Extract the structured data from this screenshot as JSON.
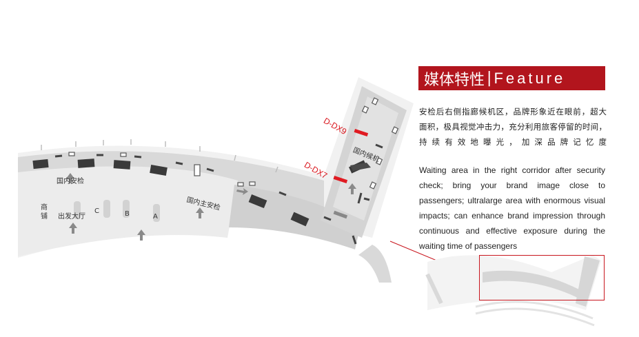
{
  "header": {
    "title_cn": "媒体特性",
    "separator": "|",
    "title_en": "Feature"
  },
  "description_cn_lines": [
    "安检后右侧指廊候机区，品牌形象近在眼前，超大",
    "面积，极具视觉冲击力，充分利用旅客停留的时间，",
    "持续有效地曝光，加深品牌记忆度"
  ],
  "description_en": "Waiting area in the right corridor after security check; bring your brand image close to passengers; ultralarge area with enormous visual impacts; can enhance brand impression through continuous and effective exposure during the waiting time of passengers",
  "map_labels": {
    "domestic_security": "国内安检",
    "shops": "商铺",
    "departure_hall": "出发大厅",
    "zone_c": "C",
    "zone_b": "B",
    "zone_a": "A",
    "domestic_main_security": "国内主安检",
    "domestic_waiting": "国内候机"
  },
  "ad_positions": [
    {
      "code": "D-DX9"
    },
    {
      "code": "D-DX7"
    }
  ],
  "colors": {
    "accent": "#b2151d",
    "highlight": "#e01b22",
    "floor": "#dcdcdc",
    "panel": "#3a3a3a"
  }
}
